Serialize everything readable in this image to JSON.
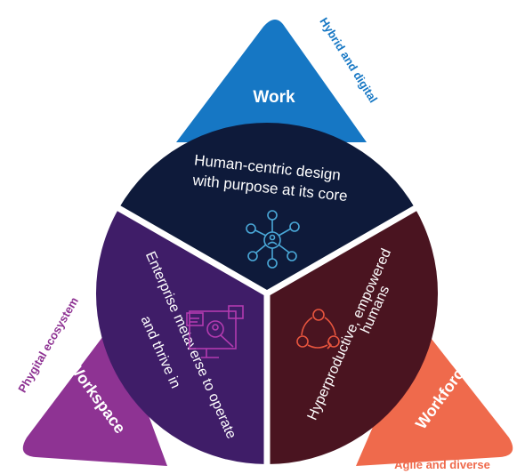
{
  "triangles": {
    "work": {
      "label": "Work",
      "tagline": "Hybrid and digital",
      "color": "#1677c4"
    },
    "workspace": {
      "label": "Workspace",
      "tagline": "Phygital ecosystem",
      "color": "#8e3393"
    },
    "workforce": {
      "label": "Workforce",
      "tagline": "Agile and diverse",
      "color": "#ef6a4c"
    }
  },
  "segments": {
    "top": {
      "line1": "Human-centric design",
      "line2": "with purpose at its core",
      "color": "#0e1a3a",
      "icon": "network-hub-icon"
    },
    "left": {
      "line1": "Enterprise metaverse to operate",
      "line2": "and thrive in",
      "color": "#3f1d68",
      "icon": "virtual-meeting-monitor-icon"
    },
    "right": {
      "line1": "Hyperproductive, empowered",
      "line2": "humans",
      "color": "#4a1420",
      "icon": "cycle-people-icon"
    }
  },
  "colors": {
    "icon_cyan": "#4aa8d8",
    "icon_magenta": "#b23bb0",
    "icon_coral": "#e8553e",
    "divider": "#ffffff"
  }
}
